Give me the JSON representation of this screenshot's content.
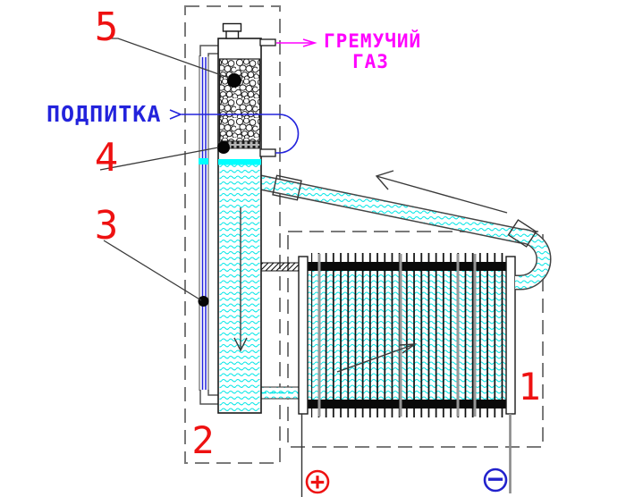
{
  "labels": {
    "feed": "ПОДПИТКА",
    "gas_line1": "ГРЕМУЧИЙ",
    "gas_line2": "ГАЗ",
    "num1": "1",
    "num2": "2",
    "num3": "3",
    "num4": "4",
    "num5": "5"
  },
  "terminals": {
    "positive": "+",
    "negative": "−"
  },
  "icons": {
    "feed-arrow-icon": "→",
    "gas-arrow-icon": "→",
    "flow-arrow-up-left-icon": "↖",
    "flow-arrow-down-icon": "↓",
    "flow-arrow-right-icon": "↗",
    "positive-terminal-icon": "⊕",
    "negative-terminal-icon": "⊖"
  },
  "colors": {
    "water": "#00E6E6",
    "level": "#00FFFF",
    "label-red": "#EE1111",
    "feed-blue": "#2323DC",
    "gas-magenta": "#FF00FF",
    "dash-gray": "#7A7A7A",
    "minus-blue": "#2222CC"
  }
}
